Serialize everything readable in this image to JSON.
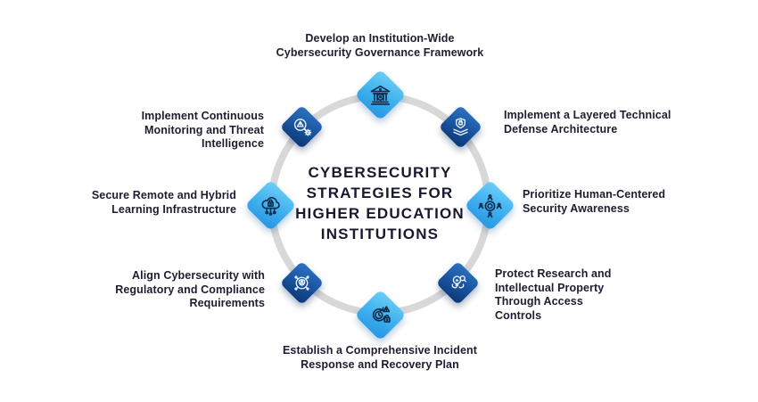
{
  "title": {
    "text": "CYBERSECURITY\nSTRATEGIES FOR\nHIGHER EDUCATION\nINSTITUTIONS"
  },
  "colors": {
    "light_diamond": "#3FB0EE",
    "dark_diamond": "#12437F",
    "ring": "#D8D8D8",
    "text": "#1D1D32"
  },
  "items": [
    {
      "position": "top",
      "icon": "institution-governance-icon",
      "tone": "light",
      "label": "Develop an Institution-Wide\nCybersecurity Governance Framework"
    },
    {
      "position": "top-right",
      "icon": "layered-defense-icon",
      "tone": "dark",
      "label": "Implement a Layered Technical\nDefense Architecture"
    },
    {
      "position": "right",
      "icon": "human-centered-icon",
      "tone": "light",
      "label": "Prioritize Human-Centered\nSecurity Awareness"
    },
    {
      "position": "bottom-right",
      "icon": "research-protection-icon",
      "tone": "dark",
      "label": "Protect Research and\nIntellectual Property\nThrough Access\nControls"
    },
    {
      "position": "bottom",
      "icon": "incident-response-icon",
      "tone": "light",
      "label": "Establish a Comprehensive Incident\nResponse and Recovery Plan"
    },
    {
      "position": "bottom-left",
      "icon": "compliance-icon",
      "tone": "dark",
      "label": "Align Cybersecurity with\nRegulatory and Compliance\nRequirements"
    },
    {
      "position": "left",
      "icon": "cloud-security-icon",
      "tone": "light",
      "label": "Secure Remote and Hybrid\nLearning Infrastructure"
    },
    {
      "position": "top-left",
      "icon": "threat-monitoring-icon",
      "tone": "dark",
      "label": "Implement Continuous\nMonitoring and Threat Intelligence"
    }
  ]
}
